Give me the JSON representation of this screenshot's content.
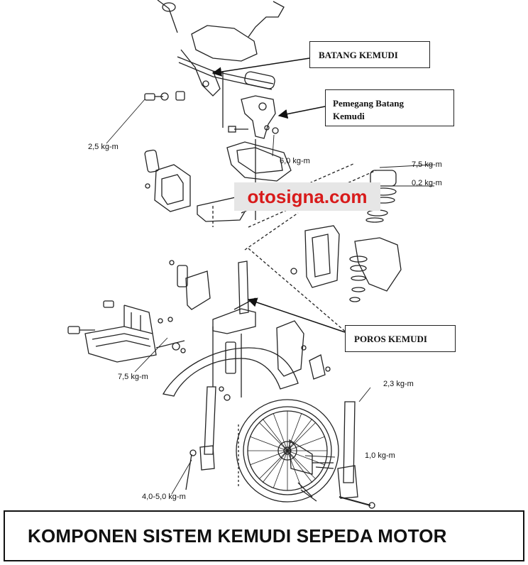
{
  "callouts": {
    "batang_kemudi": "BATANG KEMUDI",
    "pemegang_line1": "Pemegang Batang",
    "pemegang_line2": "Kemudi",
    "poros_kemudi": "POROS KEMUDI"
  },
  "torque_labels": {
    "t1": "2,5 kg-m",
    "t2": "6,0 kg-m",
    "t3": "7,5 kg-m",
    "t4": "0,2 kg-m",
    "t5": "7,5 kg-m",
    "t6": "2,3 kg-m",
    "t7": "1,0 kg-m",
    "t8": "4,0-5,0 kg-m"
  },
  "watermark": "otosigna.com",
  "title": "KOMPONEN SISTEM KEMUDI SEPEDA MOTOR"
}
